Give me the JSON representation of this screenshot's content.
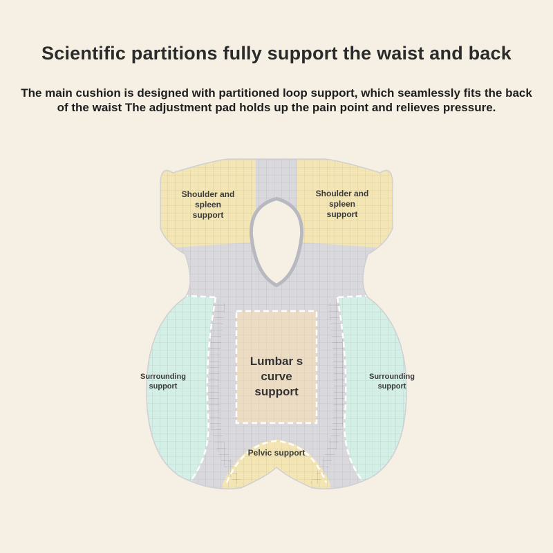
{
  "header": {
    "title": "Scientific partitions fully support the waist and back",
    "description": "The main cushion is designed with partitioned loop support, which seamlessly fits the back of the waist The adjustment pad holds up the pain point and relieves pressure."
  },
  "zones": {
    "shoulder_left": "Shoulder and spleen support",
    "shoulder_right": "Shoulder and spleen support",
    "surround_left": "Surrounding support",
    "surround_right": "Surrounding support",
    "lumbar": "Lumbar s curve support",
    "pelvic": "Pelvic support"
  },
  "colors": {
    "background": "#f5f0e3",
    "yellow_zone": "#f3e6b4",
    "grey_zone": "#d9d9dd",
    "mint_zone": "#d3efe6",
    "lumbar_zone": "#ecdcc3"
  }
}
